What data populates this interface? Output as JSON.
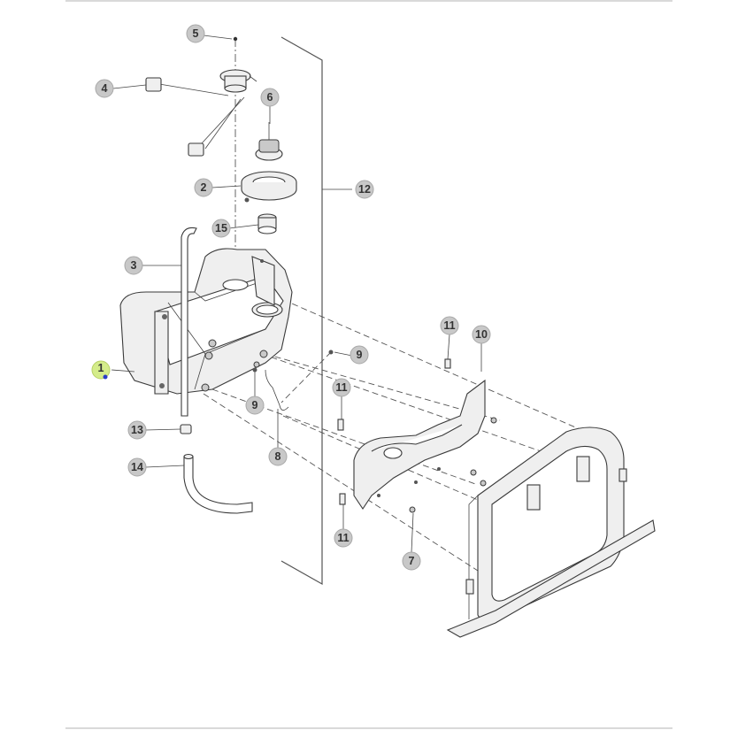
{
  "diagram": {
    "callouts": [
      {
        "id": "callout-1",
        "label": "1"
      },
      {
        "id": "callout-2",
        "label": "2"
      },
      {
        "id": "callout-3",
        "label": "3"
      },
      {
        "id": "callout-4",
        "label": "4"
      },
      {
        "id": "callout-5",
        "label": "5"
      },
      {
        "id": "callout-6",
        "label": "6"
      },
      {
        "id": "callout-7",
        "label": "7"
      },
      {
        "id": "callout-8",
        "label": "8"
      },
      {
        "id": "callout-9a",
        "label": "9"
      },
      {
        "id": "callout-9b",
        "label": "9"
      },
      {
        "id": "callout-10",
        "label": "10"
      },
      {
        "id": "callout-11a",
        "label": "11"
      },
      {
        "id": "callout-11b",
        "label": "11"
      },
      {
        "id": "callout-11c",
        "label": "11"
      },
      {
        "id": "callout-12",
        "label": "12"
      },
      {
        "id": "callout-13",
        "label": "13"
      },
      {
        "id": "callout-14",
        "label": "14"
      },
      {
        "id": "callout-15",
        "label": "15"
      }
    ],
    "colors": {
      "badge": "#c8c8c8",
      "highlight_badge": "#d4ec8a",
      "highlight_dot": "#2a3cc8",
      "line": "#3a3a3a"
    }
  }
}
